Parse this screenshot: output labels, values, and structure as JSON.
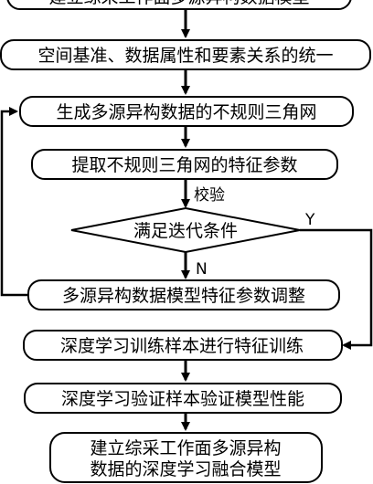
{
  "nodes": {
    "n1": "建立综采工作面多源异构数据模型",
    "n2": "空间基准、数据属性和要素关系的统一",
    "n3": "生成多源异构数据的不规则三角网",
    "n4": "提取不规则三角网的特征参数",
    "decision": "满足迭代条件",
    "n5": "多源异构数据模型特征参数调整",
    "n6": "深度学习训练样本进行特征训练",
    "n7": "深度学习验证样本验证模型性能",
    "n8_line1": "建立综采工作面多源异构",
    "n8_line2": "数据的深度学习融合模型"
  },
  "edge_labels": {
    "verify": "校验",
    "yes": "Y",
    "no": "N"
  },
  "colors": {
    "stroke": "#000000",
    "fill": "#ffffff"
  }
}
